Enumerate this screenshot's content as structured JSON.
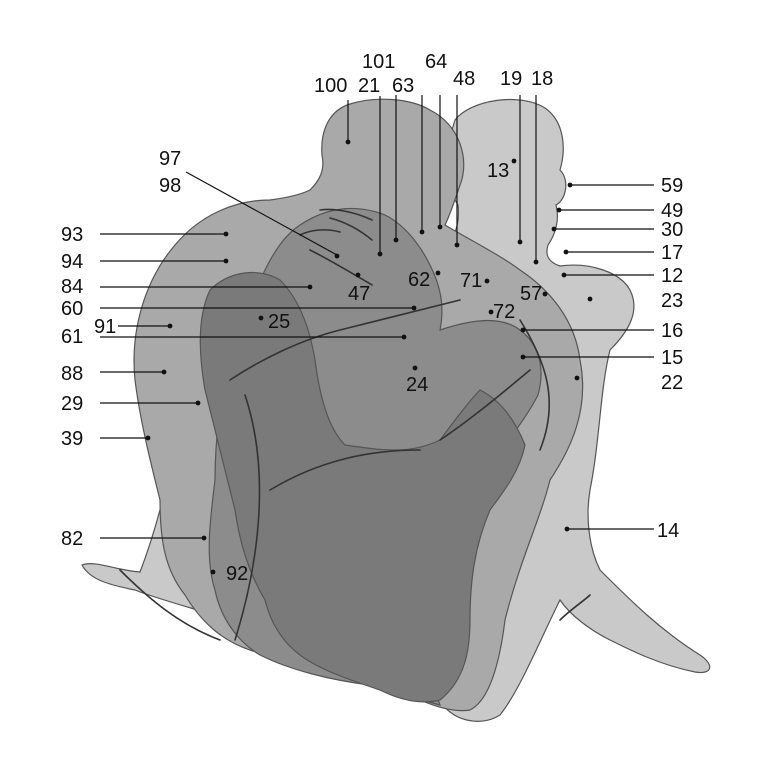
{
  "colors": {
    "background": "#ffffff",
    "figure_back": "#c9c9c9",
    "figure_mid": "#a9a9a9",
    "figure_dark": "#8c8c8c",
    "figure_darkest": "#7a7a7a",
    "outline": "#333333",
    "label": "#111111"
  },
  "labels": {
    "l100": "100",
    "l21": "21",
    "l101": "101",
    "l63": "63",
    "l64": "64",
    "l48": "48",
    "l19": "19",
    "l18": "18",
    "l97": "97",
    "l98": "98",
    "l13": "13",
    "l59": "59",
    "l49": "49",
    "l30": "30",
    "l17": "17",
    "l12": "12",
    "l23": "23",
    "l16": "16",
    "l15": "15",
    "l22": "22",
    "l14": "14",
    "l93": "93",
    "l94": "94",
    "l84": "84",
    "l60": "60",
    "l91": "91",
    "l61": "61",
    "l88": "88",
    "l29": "29",
    "l39": "39",
    "l82": "82",
    "l92": "92",
    "l62": "62",
    "l71": "71",
    "l57": "57",
    "l72": "72",
    "l47": "47",
    "l25": "25",
    "l24": "24"
  }
}
